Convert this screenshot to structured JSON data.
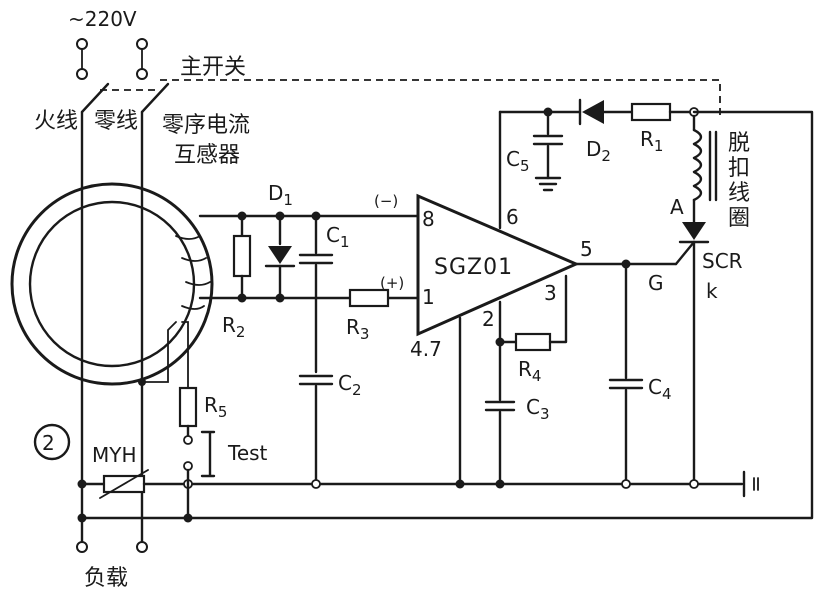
{
  "figure_number": "②",
  "labels": {
    "supply": "~220V",
    "main_switch": "主开关",
    "live_wire": "火线",
    "neutral_wire": "零线",
    "ct_line1": "零序电流",
    "ct_line2": "互感器",
    "trip_coil": "脱扣线圈",
    "load": "负载",
    "myh": "MYH",
    "test": "Test",
    "ic": "SGZ01",
    "pin_minus": "(−)",
    "pin_plus": "(+)",
    "pin8": "8",
    "pin1": "1",
    "pin6": "6",
    "pin5": "5",
    "pin3": "3",
    "pin2": "2",
    "pin4_7": "4.7",
    "d1": "D",
    "d1_sub": "1",
    "d2": "D",
    "d2_sub": "2",
    "c1": "C",
    "c1_sub": "1",
    "c2": "C",
    "c2_sub": "2",
    "c3": "C",
    "c3_sub": "3",
    "c4": "C",
    "c4_sub": "4",
    "c5": "C",
    "c5_sub": "5",
    "r1": "R",
    "r1_sub": "1",
    "r2": "R",
    "r2_sub": "2",
    "r3": "R",
    "r3_sub": "3",
    "r4": "R",
    "r4_sub": "4",
    "r5": "R",
    "r5_sub": "5",
    "scr": "SCR",
    "scr_a": "A",
    "scr_g": "G",
    "scr_k": "k"
  }
}
